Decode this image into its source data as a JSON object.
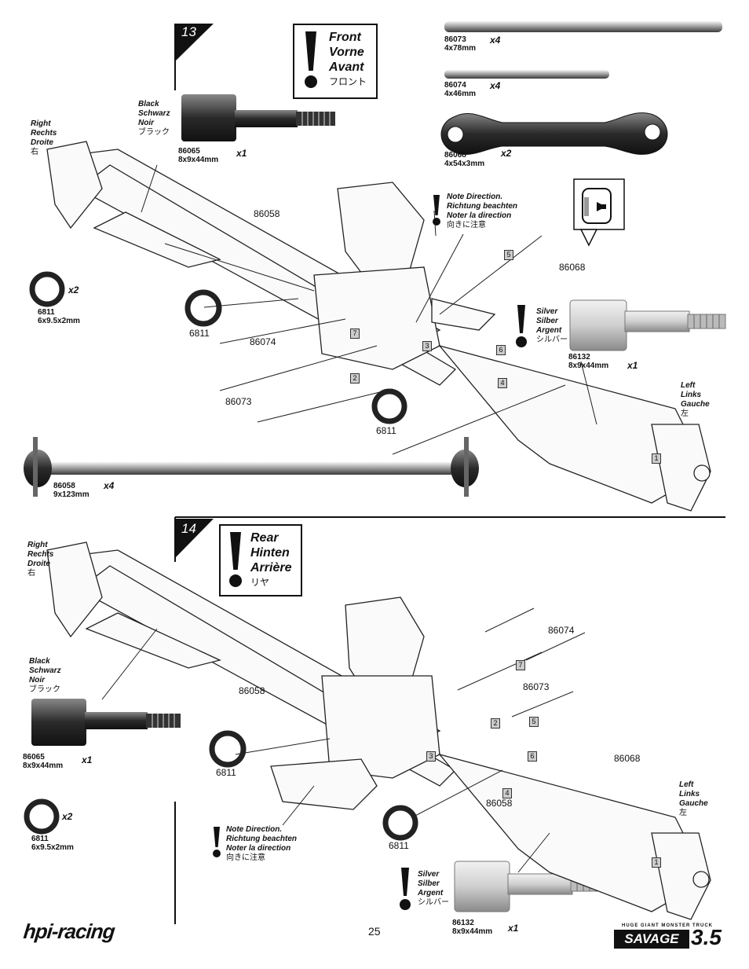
{
  "page_number": "25",
  "brand_logo": "hpi-racing",
  "product_logo": {
    "tagline": "HUGE GIANT MONSTER TRUCK",
    "name": "SAVAGE",
    "version": "3.5"
  },
  "step13": {
    "number": "13",
    "direction": {
      "lines": [
        "Front",
        "Vorne",
        "Avant"
      ],
      "jp": "フロント"
    },
    "note": {
      "lines": [
        "Note Direction.",
        "Richtung beachten",
        "Noter la direction"
      ],
      "jp": "向きに注意"
    },
    "right_label": {
      "lines": [
        "Right",
        "Rechts",
        "Droite"
      ],
      "jp": "右"
    },
    "left_label": {
      "lines": [
        "Left",
        "Links",
        "Gauche"
      ],
      "jp": "左"
    },
    "black_label": {
      "lines": [
        "Black",
        "Schwarz",
        "Noir"
      ],
      "jp": "ブラック"
    },
    "silver_label": {
      "lines": [
        "Silver",
        "Silber",
        "Argent"
      ],
      "jp": "シルバー"
    },
    "parts": [
      {
        "id": "p86073",
        "number": "86073",
        "size": "4x78mm",
        "qty": "x4"
      },
      {
        "id": "p86074",
        "number": "86074",
        "size": "4x46mm",
        "qty": "x4"
      },
      {
        "id": "p86068",
        "number": "86068",
        "size": "4x54x3mm",
        "qty": "x2"
      },
      {
        "id": "p86065",
        "number": "86065",
        "size": "8x9x44mm",
        "qty": "x1"
      },
      {
        "id": "p6811",
        "number": "6811",
        "size": "6x9.5x2mm",
        "qty": "x2"
      },
      {
        "id": "p86132",
        "number": "86132",
        "size": "8x9x44mm",
        "qty": "x1"
      },
      {
        "id": "p86058",
        "number": "86058",
        "size": "9x123mm",
        "qty": "x4"
      }
    ],
    "callouts": [
      "86058",
      "6811",
      "86074",
      "86073",
      "6811",
      "86068"
    ],
    "seq": [
      "1",
      "2",
      "3",
      "4",
      "5",
      "6",
      "7"
    ]
  },
  "step14": {
    "number": "14",
    "direction": {
      "lines": [
        "Rear",
        "Hinten",
        "Arrière"
      ],
      "jp": "リヤ"
    },
    "note": {
      "lines": [
        "Note Direction.",
        "Richtung beachten",
        "Noter la direction"
      ],
      "jp": "向きに注意"
    },
    "right_label": {
      "lines": [
        "Right",
        "Rechts",
        "Droite"
      ],
      "jp": "右"
    },
    "left_label": {
      "lines": [
        "Left",
        "Links",
        "Gauche"
      ],
      "jp": "左"
    },
    "black_label": {
      "lines": [
        "Black",
        "Schwarz",
        "Noir"
      ],
      "jp": "ブラック"
    },
    "silver_label": {
      "lines": [
        "Silver",
        "Silber",
        "Argent"
      ],
      "jp": "シルバー"
    },
    "parts": [
      {
        "id": "p86065",
        "number": "86065",
        "size": "8x9x44mm",
        "qty": "x1"
      },
      {
        "id": "p6811",
        "number": "6811",
        "size": "6x9.5x2mm",
        "qty": "x2"
      },
      {
        "id": "p86132",
        "number": "86132",
        "size": "8x9x44mm",
        "qty": "x1"
      }
    ],
    "callouts": [
      "86074",
      "86073",
      "86058",
      "6811",
      "86068",
      "86058",
      "6811"
    ],
    "seq": [
      "1",
      "2",
      "3",
      "4",
      "5",
      "6",
      "7"
    ]
  }
}
